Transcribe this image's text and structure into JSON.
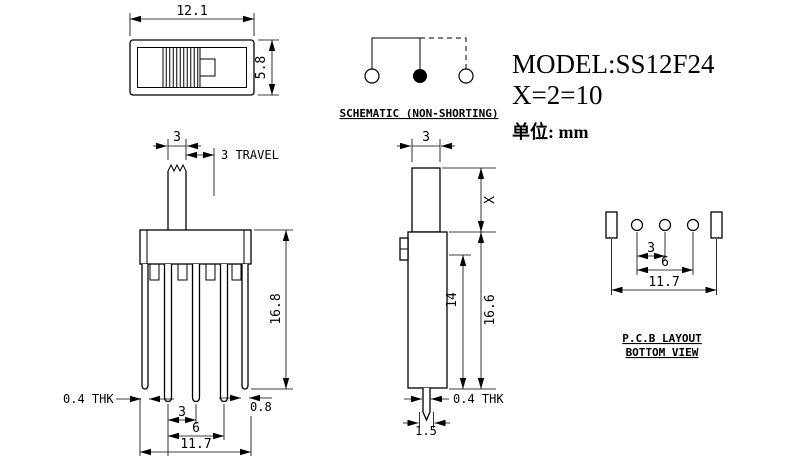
{
  "colors": {
    "ink": "#000000",
    "background": "#ffffff"
  },
  "title_block": {
    "model": "MODEL:SS12F24",
    "x_spec": "X=2=10",
    "unit": "单位: mm"
  },
  "schematic": {
    "label": "SCHEMATIC (NON-SHORTING)"
  },
  "top_view": {
    "dim_width": "12.1",
    "dim_height": "5.8"
  },
  "front_view": {
    "dim_knob_width": "3",
    "dim_travel": "3 TRAVEL",
    "dim_height": "16.8",
    "dim_thickness": "0.4 THK",
    "dim_pin_pitch": "3",
    "dim_pin_span": "6",
    "dim_tab_width": "0.8",
    "dim_body_width": "11.7"
  },
  "side_view": {
    "dim_knob_depth": "3",
    "dim_x": "X",
    "dim_14": "14",
    "dim_height": "16.6",
    "dim_thickness": "0.4 THK",
    "dim_pin_tip": "1.5"
  },
  "pcb_layout": {
    "dim_pitch": "3",
    "dim_span": "6",
    "dim_total": "11.7",
    "label_line1": "P.C.B LAYOUT",
    "label_line2": "BOTTOM VIEW"
  }
}
